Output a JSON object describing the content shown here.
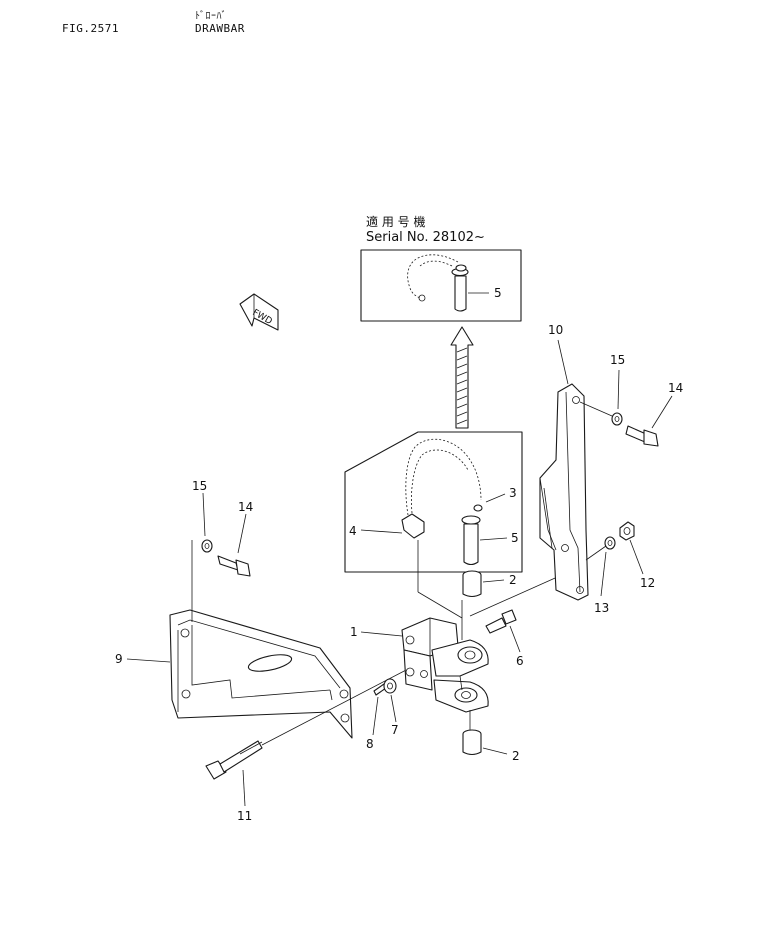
{
  "header": {
    "fig_number": "FIG.2571",
    "title_jp": "ﾄﾞﾛｰﾊﾞ",
    "title": "DRAWBAR"
  },
  "inset": {
    "applicability_jp": "適 用 号 機",
    "serial_label": "Serial  No.  28102~"
  },
  "fwd_label": "FWD",
  "callouts": {
    "c1": "1",
    "c2a": "2",
    "c2b": "2",
    "c3": "3",
    "c4": "4",
    "c5a": "5",
    "c5b": "5",
    "c6": "6",
    "c7": "7",
    "c8": "8",
    "c9": "9",
    "c10": "10",
    "c11": "11",
    "c12": "12",
    "c13": "13",
    "c14a": "14",
    "c14b": "14",
    "c15a": "15",
    "c15b": "15"
  }
}
